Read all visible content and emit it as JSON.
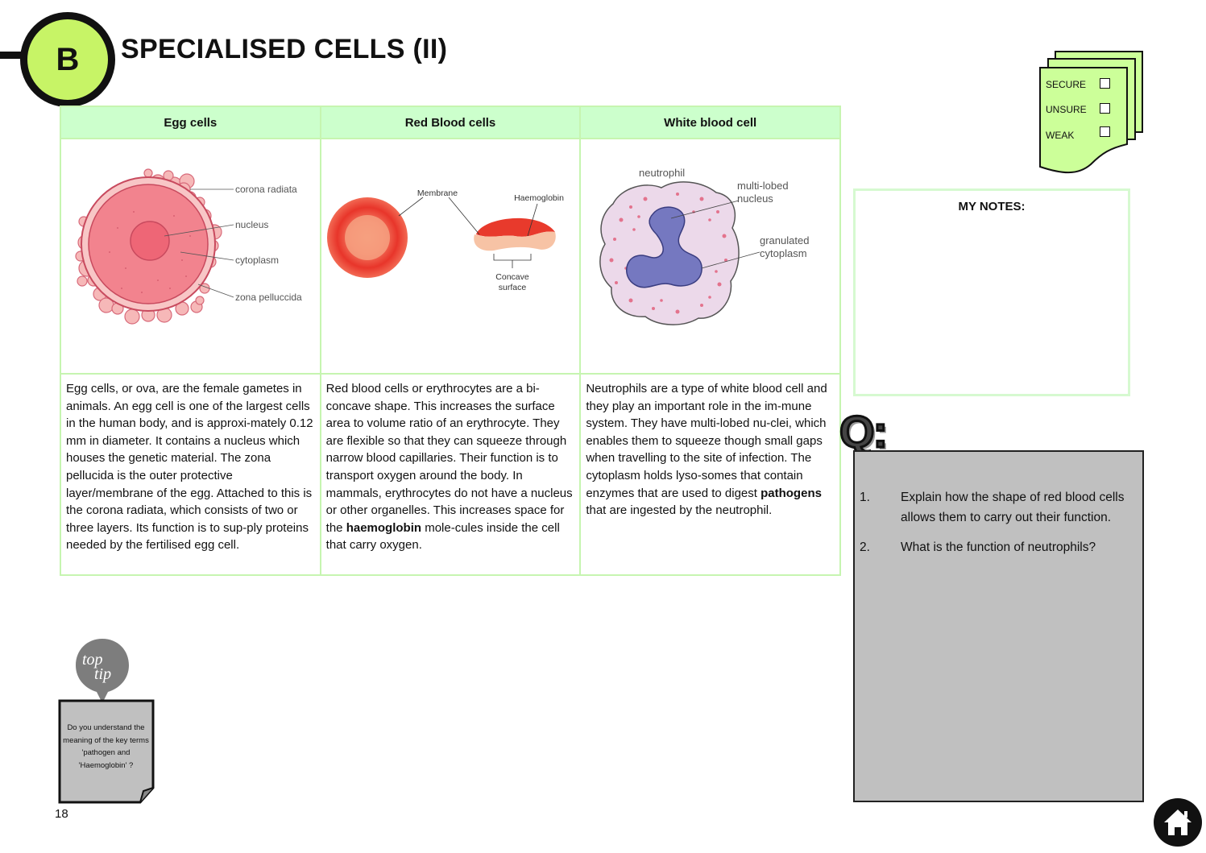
{
  "header": {
    "section_letter": "B",
    "title": "SPECIALISED CELLS (II)"
  },
  "table": {
    "columns": [
      {
        "heading": "Egg cells",
        "diagram_labels": [
          "corona radiata",
          "nucleus",
          "cytoplasm",
          "zona pelluccida"
        ],
        "description": "Egg cells, or ova, are the female gametes in animals. An egg cell is one of the largest cells in the human body, and is approxi-mately 0.12 mm in diameter. It contains a nucleus which houses the genetic material. The zona pellucida is the outer protective layer/membrane of the egg. Attached to this is the corona radiata, which consists of two or three layers. Its function is to sup-ply proteins needed by the fertilised egg cell."
      },
      {
        "heading": "Red Blood cells",
        "diagram_labels": [
          "Membrane",
          "Haemoglobin",
          "Concave",
          "surface"
        ],
        "description_parts": [
          "Red blood cells or erythrocytes are a bi-concave shape. This increases the surface area to volume ratio of an erythrocyte. They are flexible so that they can squeeze through narrow blood capillaries. Their function is to transport oxygen around the body. In mammals, erythrocytes do not have a nucleus or other organelles. This increases space for the ",
          "haemoglobin",
          " mole-cules inside the cell that carry oxygen."
        ]
      },
      {
        "heading": "White blood cell",
        "diagram_labels": [
          "neutrophil",
          "multi-lobed",
          "nucleus",
          "granulated",
          "cytoplasm"
        ],
        "description_parts": [
          "Neutrophils are a type of white blood cell and they play an important role in the im-mune system. They have multi-lobed nu-clei, which enables them to squeeze though small gaps when travelling to the site of infection. The cytoplasm holds lyso-somes that contain enzymes that are used to digest ",
          "pathogens",
          " that are ingested by the neutrophil."
        ]
      }
    ]
  },
  "status": {
    "secure": "SECURE",
    "unsure": "UNSURE",
    "weak": "WEAK"
  },
  "notes": {
    "title": "MY NOTES:"
  },
  "questions": {
    "mark": "Q:",
    "items": [
      {
        "number": "1.",
        "text": "Explain how the shape of red blood cells allows them to carry out their function."
      },
      {
        "number": "2.",
        "text": "What is the function of neutrophils?"
      }
    ]
  },
  "top_tip": {
    "word1": "top",
    "word2": "tip",
    "text": "Do you understand the meaning of the key terms 'pathogen and 'Haemoglobin' ?"
  },
  "footer": {
    "page_number": "18"
  },
  "colors": {
    "badge_green": "#c7f466",
    "header_green": "#ccffcc",
    "border_green": "#c6f5b0",
    "panel_grey": "#c0c0c0"
  },
  "icons": [
    "home-icon",
    "checkbox-icon"
  ]
}
